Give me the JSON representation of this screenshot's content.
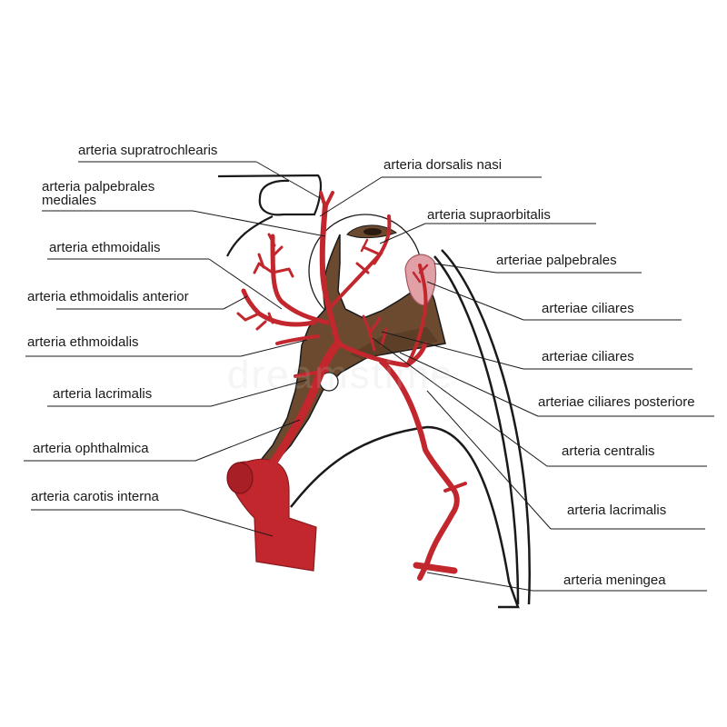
{
  "colors": {
    "artery": "#c1272d",
    "bone": "#6b4a2f",
    "eye_pink": "#e0a0a6",
    "line": "#1a1a1a",
    "background": "#ffffff"
  },
  "labels": {
    "supratrochlearis": "arteria supratrochlearis",
    "palpebrales_mediales_1": "arteria palpebrales",
    "palpebrales_mediales_2": "mediales",
    "ethmoidalis_top": "arteria ethmoidalis",
    "ethmoidalis_anterior": "arteria ethmoidalis anterior",
    "ethmoidalis_mid": "arteria ethmoidalis",
    "lacrimalis_left": "arteria lacrimalis",
    "ophthalmica": "arteria ophthalmica",
    "carotis_interna": "arteria carotis interna",
    "dorsalis_nasi": "arteria dorsalis nasi",
    "supraorbitalis": "arteria supraorbitalis",
    "palpebrales_right": "arteriae palpebrales",
    "ciliares_1": "arteriae ciliares",
    "ciliares_2": "arteriae ciliares",
    "ciliares_posteriore": "arteriae ciliares posteriore",
    "centralis": "arteria centralis",
    "lacrimalis_right": "arteria lacrimalis",
    "meningea": "arteria meningea"
  },
  "watermark": "dreamstime"
}
